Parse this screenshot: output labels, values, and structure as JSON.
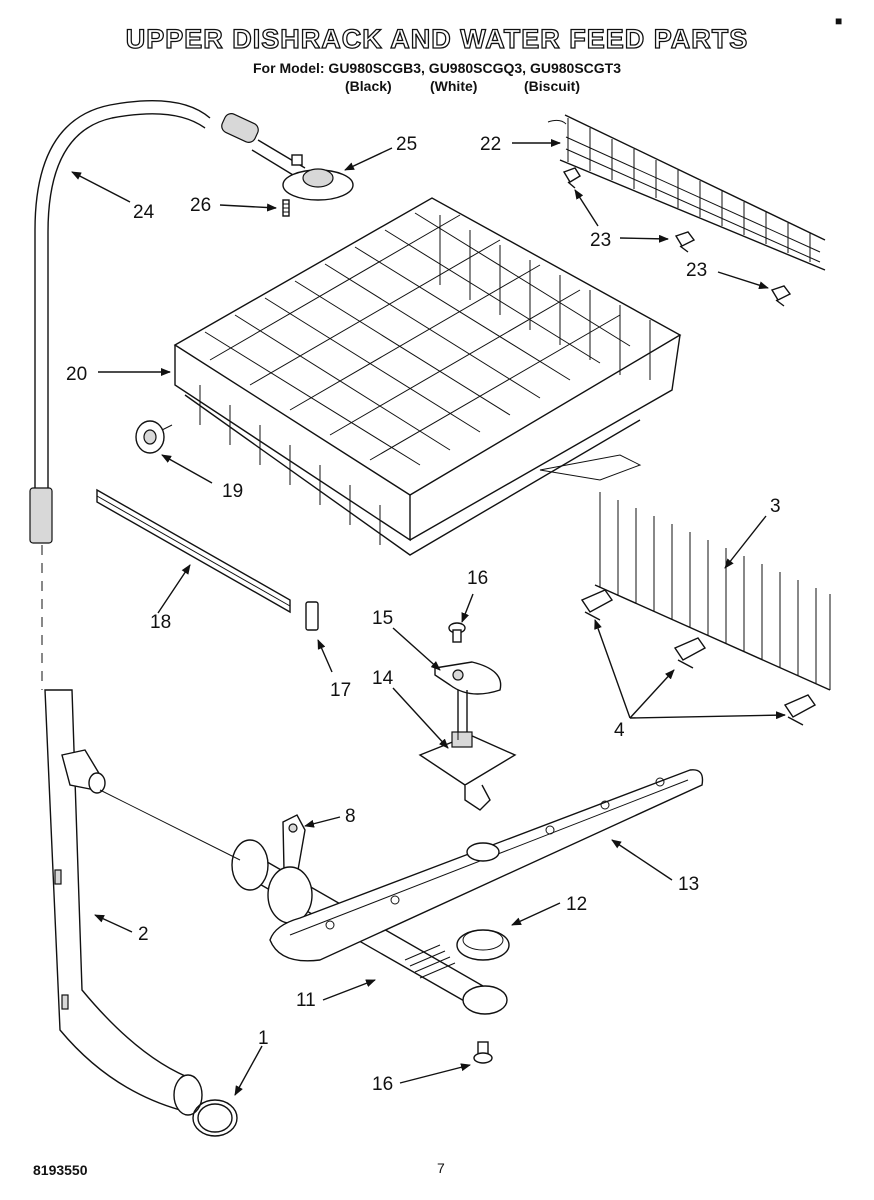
{
  "header": {
    "title": "UPPER DISHRACK AND WATER FEED PARTS",
    "model_line": "For Model: GU980SCGB3, GU980SCGQ3, GU980SCGT3",
    "variants": [
      "(Black)",
      "(White)",
      "(Biscuit)"
    ]
  },
  "footer": {
    "doc_number": "8193550",
    "page": "7",
    "corner_mark": "■"
  },
  "callouts": {
    "c1": "1",
    "c2": "2",
    "c3": "3",
    "c4": "4",
    "c8": "8",
    "c11": "11",
    "c12": "12",
    "c13": "13",
    "c14": "14",
    "c15": "15",
    "c16a": "16",
    "c16b": "16",
    "c17": "17",
    "c18": "18",
    "c19": "19",
    "c20": "20",
    "c22": "22",
    "c23a": "23",
    "c23b": "23",
    "c24": "24",
    "c25": "25",
    "c26": "26"
  }
}
